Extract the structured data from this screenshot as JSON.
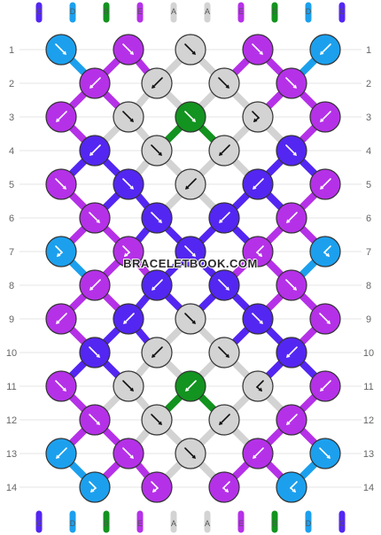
{
  "site": {
    "watermark": "BRACELETBOOK.COM"
  },
  "colors": {
    "A": "#d3d3d3",
    "B": "#13931f",
    "C": "#5426f2",
    "D": "#1ca0ee",
    "E": "#b531e8"
  },
  "pattern": {
    "strings_top": [
      "C",
      "D",
      "B",
      "E",
      "A",
      "A",
      "E",
      "B",
      "D",
      "C"
    ],
    "strings_bottom": [
      "C",
      "D",
      "B",
      "E",
      "A",
      "A",
      "E",
      "B",
      "D",
      "C"
    ],
    "row_numbers": [
      "1",
      "2",
      "3",
      "4",
      "5",
      "6",
      "7",
      "8",
      "9",
      "10",
      "11",
      "12",
      "13",
      "14"
    ],
    "rows": [
      [
        [
          "D",
          "fwd"
        ],
        [
          "E",
          "fwd"
        ],
        [
          "A",
          "fwd"
        ],
        [
          "E",
          "fwd"
        ],
        [
          "D",
          "bwd"
        ]
      ],
      [
        [
          "E",
          "bwd"
        ],
        [
          "A",
          "bwd"
        ],
        [
          "A",
          "fwd"
        ],
        [
          "E",
          "fwd"
        ]
      ],
      [
        [
          "E",
          "bwd"
        ],
        [
          "A",
          "fwd"
        ],
        [
          "B",
          "fwd"
        ],
        [
          "A",
          "fwdbwd"
        ],
        [
          "E",
          "bwd"
        ]
      ],
      [
        [
          "C",
          "bwd"
        ],
        [
          "A",
          "fwd"
        ],
        [
          "A",
          "bwd"
        ],
        [
          "C",
          "fwd"
        ]
      ],
      [
        [
          "E",
          "fwd"
        ],
        [
          "C",
          "fwd"
        ],
        [
          "A",
          "bwd"
        ],
        [
          "C",
          "bwd"
        ],
        [
          "E",
          "bwd"
        ]
      ],
      [
        [
          "E",
          "fwd"
        ],
        [
          "C",
          "fwd"
        ],
        [
          "C",
          "bwd"
        ],
        [
          "E",
          "bwd"
        ]
      ],
      [
        [
          "D",
          "fwdbwd"
        ],
        [
          "E",
          "fwdbwd"
        ],
        [
          "C",
          "fwd"
        ],
        [
          "E",
          "bwdfwd"
        ],
        [
          "D",
          "bwdfwd"
        ]
      ],
      [
        [
          "E",
          "bwd"
        ],
        [
          "C",
          "bwd"
        ],
        [
          "C",
          "fwd"
        ],
        [
          "E",
          "fwd"
        ]
      ],
      [
        [
          "E",
          "bwd"
        ],
        [
          "C",
          "bwd"
        ],
        [
          "A",
          "fwd"
        ],
        [
          "C",
          "fwd"
        ],
        [
          "E",
          "fwd"
        ]
      ],
      [
        [
          "C",
          "fwd"
        ],
        [
          "A",
          "bwd"
        ],
        [
          "A",
          "fwd"
        ],
        [
          "C",
          "bwd"
        ]
      ],
      [
        [
          "E",
          "fwd"
        ],
        [
          "A",
          "fwd"
        ],
        [
          "B",
          "bwd"
        ],
        [
          "A",
          "bwdfwd"
        ],
        [
          "E",
          "bwd"
        ]
      ],
      [
        [
          "E",
          "fwd"
        ],
        [
          "A",
          "fwd"
        ],
        [
          "A",
          "bwd"
        ],
        [
          "E",
          "bwd"
        ]
      ],
      [
        [
          "D",
          "bwd"
        ],
        [
          "E",
          "fwd"
        ],
        [
          "A",
          "fwd"
        ],
        [
          "E",
          "bwd"
        ],
        [
          "D",
          "fwd"
        ]
      ],
      [
        [
          "D",
          "fwdbwd"
        ],
        [
          "E",
          "fwdbwd"
        ],
        [
          "E",
          "bwdfwd"
        ],
        [
          "D",
          "bwdfwd"
        ]
      ]
    ]
  }
}
